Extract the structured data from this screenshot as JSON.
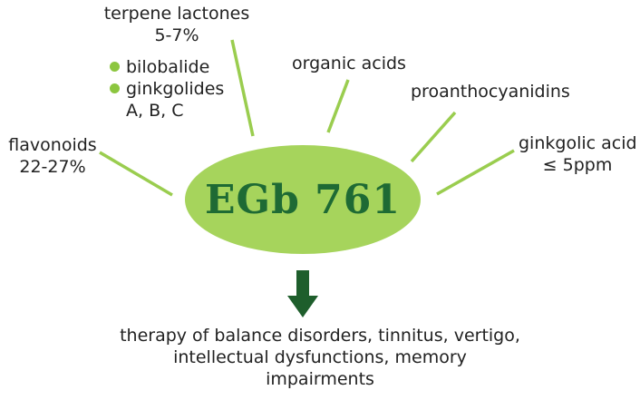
{
  "colors": {
    "line": "#9acd4f",
    "bullet": "#8cc63f",
    "ellipse_fill": "#a6d45c",
    "center_text": "#1e6a34",
    "arrow": "#1e5e2c"
  },
  "center": {
    "label": "EGb 761"
  },
  "components": {
    "terpene_lactones": {
      "title": "terpene lactones",
      "value": "5-7%",
      "items": [
        "bilobalide",
        "ginkgolides"
      ],
      "ginkgolides_types": "A, B, C"
    },
    "flavonoids": {
      "title": "flavonoids",
      "value": "22-27%"
    },
    "organic_acids": {
      "title": "organic acids"
    },
    "proanthocyanidins": {
      "title": "proanthocyanidins"
    },
    "ginkgolic_acid": {
      "title": "ginkgolic acid",
      "value": "≤ 5ppm"
    }
  },
  "therapy": {
    "lines": [
      "therapy of balance disorders, tinnitus, vertigo,",
      "intellectual dysfunctions, memory",
      "impairments"
    ]
  }
}
